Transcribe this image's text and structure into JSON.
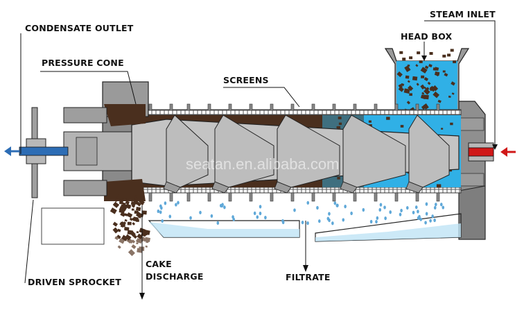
{
  "labels": {
    "condensate_outlet": "CONDENSATE OUTLET",
    "pressure_cone": "PRESSURE CONE",
    "screens": "SCREENS",
    "steam_inlet": "STEAM INLET",
    "head_box": "HEAD BOX",
    "cake": "CAKE",
    "discharge": "DISCHARGE",
    "filtrate": "FILTRATE",
    "driven_sprocket": "DRIVEN SPROCKET"
  },
  "watermark": "seatan.en.alibaba.com",
  "colors": {
    "steel": "#a9a9a9",
    "steel_dark": "#8f8f8f",
    "shaft": "#c4c4c4",
    "material": "#4a2f1e",
    "liquid": "#30b0e6",
    "droplet": "#5fa8d8",
    "condensate_arrow": "#2d6db5",
    "steam_arrow": "#d01818",
    "outline": "#222222"
  },
  "icons": {
    "condensate": "arrow-left-icon",
    "steam": "arrow-left-icon"
  }
}
